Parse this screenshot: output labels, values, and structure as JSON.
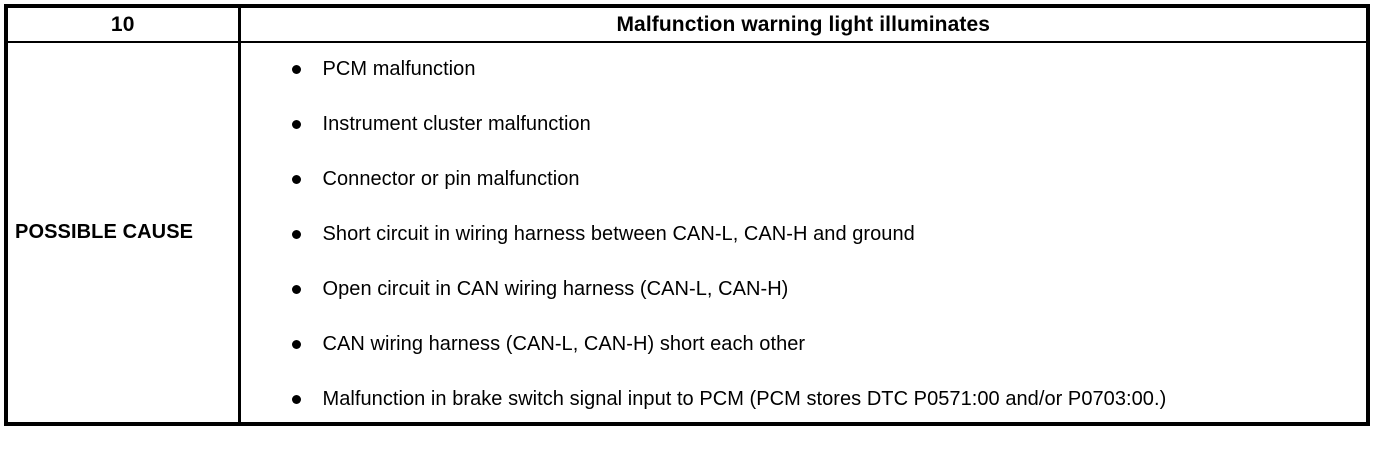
{
  "table": {
    "header": {
      "number": "10",
      "title": "Malfunction warning light illuminates"
    },
    "row": {
      "label": "POSSIBLE CAUSE",
      "causes": [
        "PCM malfunction",
        "Instrument cluster malfunction",
        "Connector or pin malfunction",
        "Short circuit in wiring harness between CAN-L, CAN-H and ground",
        "Open circuit in CAN wiring harness (CAN-L, CAN-H)",
        "CAN wiring harness (CAN-L, CAN-H) short each other",
        "Malfunction in brake switch signal input to PCM (PCM stores DTC P0571:00 and/or P0703:00.)"
      ]
    }
  },
  "colors": {
    "text": "#000000",
    "background": "#ffffff",
    "border": "#000000"
  }
}
